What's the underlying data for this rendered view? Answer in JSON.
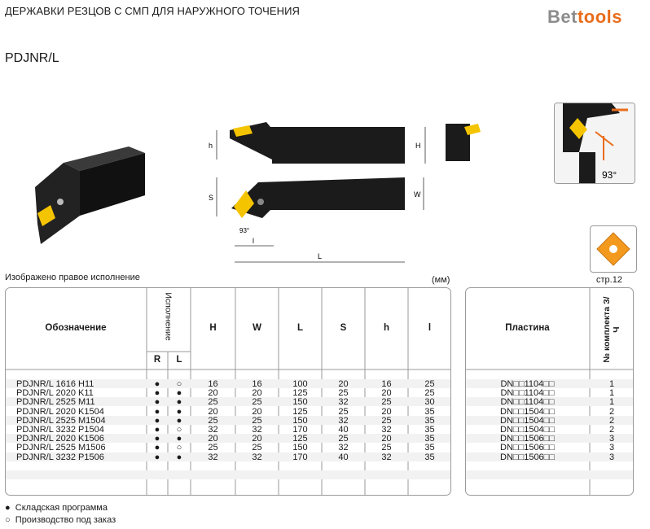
{
  "header": {
    "title": "ДЕРЖАВКИ РЕЗЦОВ С СМП ДЛЯ НАРУЖНОГО ТОЧЕНИЯ",
    "brand_part1": "Bet",
    "brand_part2": "tools"
  },
  "model": "PDJNR/L",
  "caption": "Изображено правое исполнение",
  "unit": "(мм)",
  "page_ref": "стр.12",
  "detail_angle": "93°",
  "drawing_labels": {
    "h": "h",
    "H": "H",
    "S": "S",
    "W": "W",
    "L": "L",
    "l": "l",
    "angle": "93°"
  },
  "table": {
    "headers": {
      "designation": "Обозначение",
      "version": "Исполнение",
      "r": "R",
      "l": "L",
      "H": "H",
      "W": "W",
      "L": "L",
      "S": "S",
      "h": "h",
      "l_small": "l",
      "insert": "Пластина",
      "kit": "№ комплекта З/Ч"
    },
    "rows": [
      {
        "designation": "PDJNR/L 1616 H11",
        "r": "●",
        "l": "○",
        "H": "16",
        "W": "16",
        "L": "100",
        "S": "20",
        "h": "16",
        "l_small": "25",
        "insert": "DN□□1104□□",
        "kit": "1"
      },
      {
        "designation": "PDJNR/L 2020 K11",
        "r": "●",
        "l": "●",
        "H": "20",
        "W": "20",
        "L": "125",
        "S": "25",
        "h": "20",
        "l_small": "25",
        "insert": "DN□□1104□□",
        "kit": "1"
      },
      {
        "designation": "PDJNR/L 2525 M11",
        "r": "●",
        "l": "●",
        "H": "25",
        "W": "25",
        "L": "150",
        "S": "32",
        "h": "25",
        "l_small": "30",
        "insert": "DN□□1104□□",
        "kit": "1"
      },
      {
        "designation": "PDJNR/L 2020 K1504",
        "r": "●",
        "l": "●",
        "H": "20",
        "W": "20",
        "L": "125",
        "S": "25",
        "h": "20",
        "l_small": "35",
        "insert": "DN□□1504□□",
        "kit": "2"
      },
      {
        "designation": "PDJNR/L 2525 M1504",
        "r": "●",
        "l": "●",
        "H": "25",
        "W": "25",
        "L": "150",
        "S": "32",
        "h": "25",
        "l_small": "35",
        "insert": "DN□□1504□□",
        "kit": "2"
      },
      {
        "designation": "PDJNR/L 3232 P1504",
        "r": "●",
        "l": "○",
        "H": "32",
        "W": "32",
        "L": "170",
        "S": "40",
        "h": "32",
        "l_small": "35",
        "insert": "DN□□1504□□",
        "kit": "2"
      },
      {
        "designation": "PDJNR/L 2020 K1506",
        "r": "●",
        "l": "●",
        "H": "20",
        "W": "20",
        "L": "125",
        "S": "25",
        "h": "20",
        "l_small": "35",
        "insert": "DN□□1506□□",
        "kit": "3"
      },
      {
        "designation": "PDJNR/L 2525 M1506",
        "r": "●",
        "l": "○",
        "H": "25",
        "W": "25",
        "L": "150",
        "S": "32",
        "h": "25",
        "l_small": "35",
        "insert": "DN□□1506□□",
        "kit": "3"
      },
      {
        "designation": "PDJNR/L 3232 P1506",
        "r": "●",
        "l": "●",
        "H": "32",
        "W": "32",
        "L": "170",
        "S": "40",
        "h": "32",
        "l_small": "35",
        "insert": "DN□□1506□□",
        "kit": "3"
      }
    ]
  },
  "legend": {
    "stock_symbol": "●",
    "stock_label": "Складская программа",
    "order_symbol": "○",
    "order_label": "Производство под заказ"
  },
  "colors": {
    "brand_orange": "#e86d1b",
    "insert_yellow": "#f5c400",
    "border": "#9a9a9a",
    "stripe": "#f2f2f2"
  }
}
